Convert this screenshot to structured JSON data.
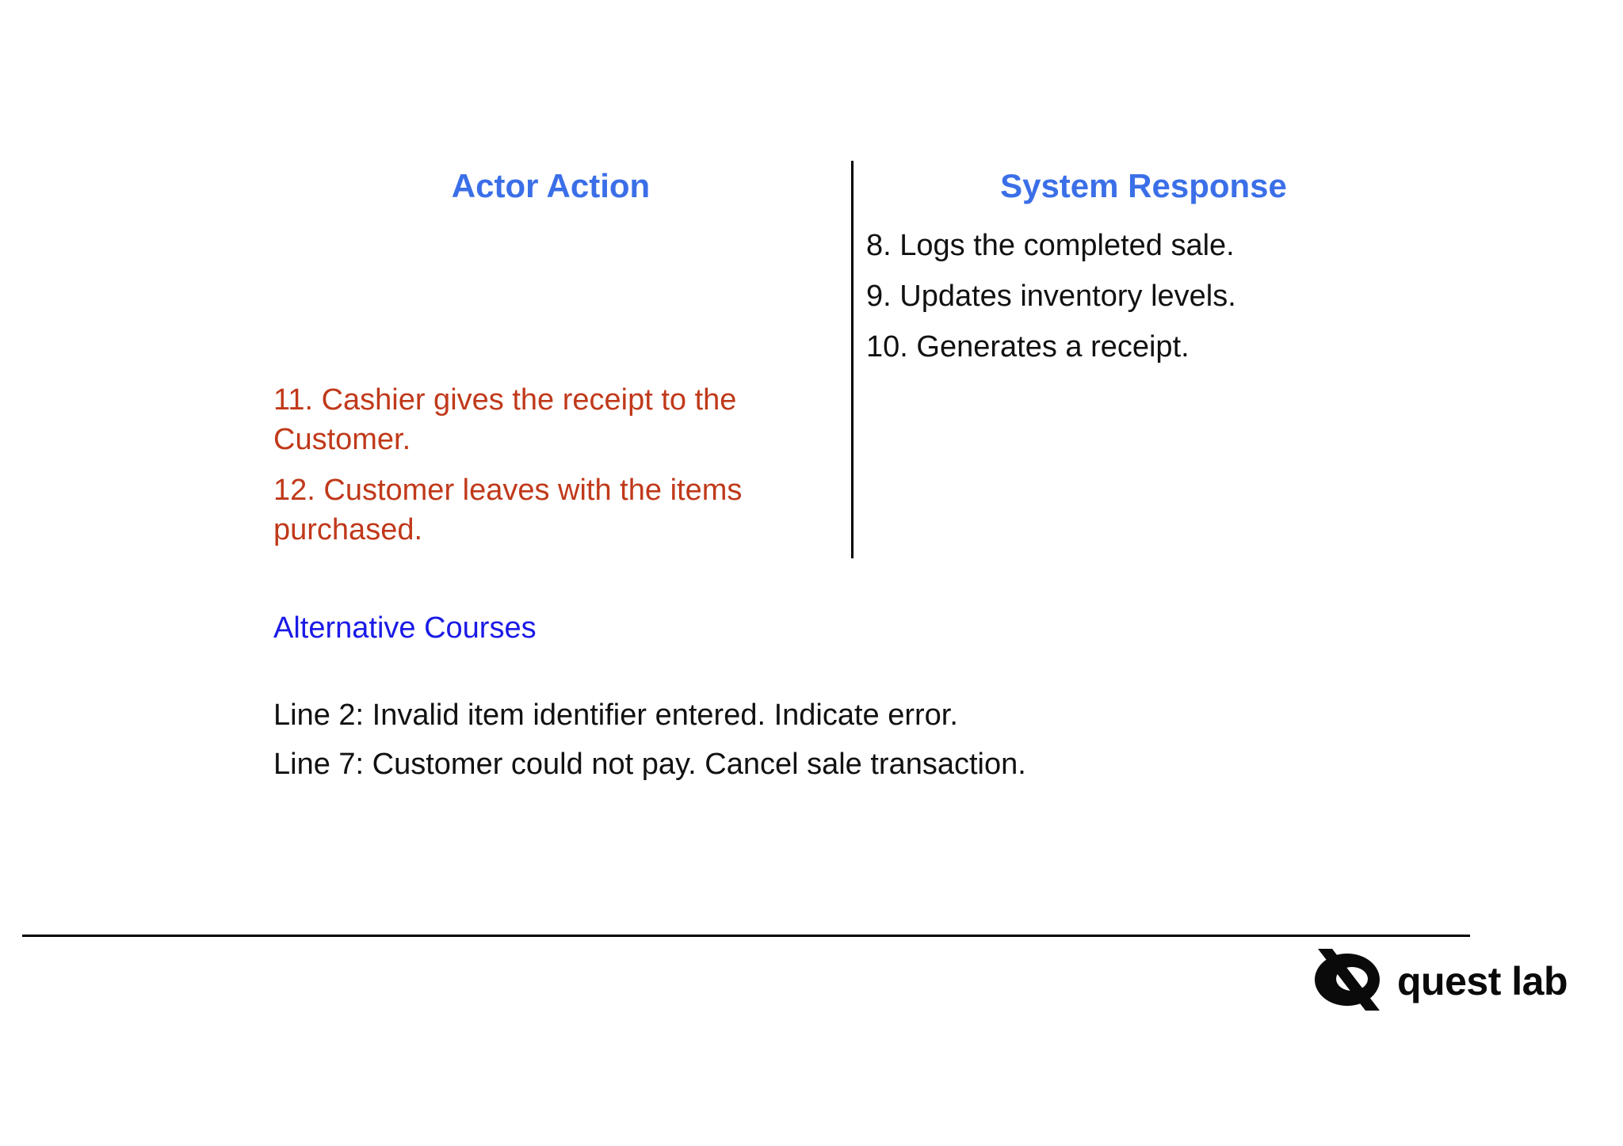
{
  "slide": {
    "background_color": "#FFFFFF",
    "columns": {
      "actor": {
        "header": "Actor Action",
        "header_color": "#3B6FE8",
        "steps": [
          {
            "number": "11.",
            "text": "11. Cashier gives the receipt to the Customer.",
            "color": "#C0391A"
          },
          {
            "number": "12.",
            "text": "12. Customer leaves with the items purchased.",
            "color": "#C0391A"
          }
        ]
      },
      "system": {
        "header": "System Response",
        "header_color": "#3B6FE8",
        "steps": [
          {
            "number": "8.",
            "text": "8. Logs the completed sale.",
            "color": "#111111"
          },
          {
            "number": "9.",
            "text": "9. Updates inventory levels.",
            "color": "#111111"
          },
          {
            "number": "10.",
            "text": "10. Generates a receipt.",
            "color": "#111111"
          }
        ]
      }
    },
    "alternative_courses": {
      "heading": "Alternative Courses",
      "heading_color": "#1A1AE6",
      "lines": [
        "Line 2: Invalid item identifier entered. Indicate error.",
        "Line 7: Customer could not pay. Cancel sale transaction."
      ]
    },
    "footer": {
      "logo_wordmark": "quest lab",
      "logo_mark_name": "quest-lab-q-icon",
      "logo_color": "#0A0A0A"
    }
  }
}
